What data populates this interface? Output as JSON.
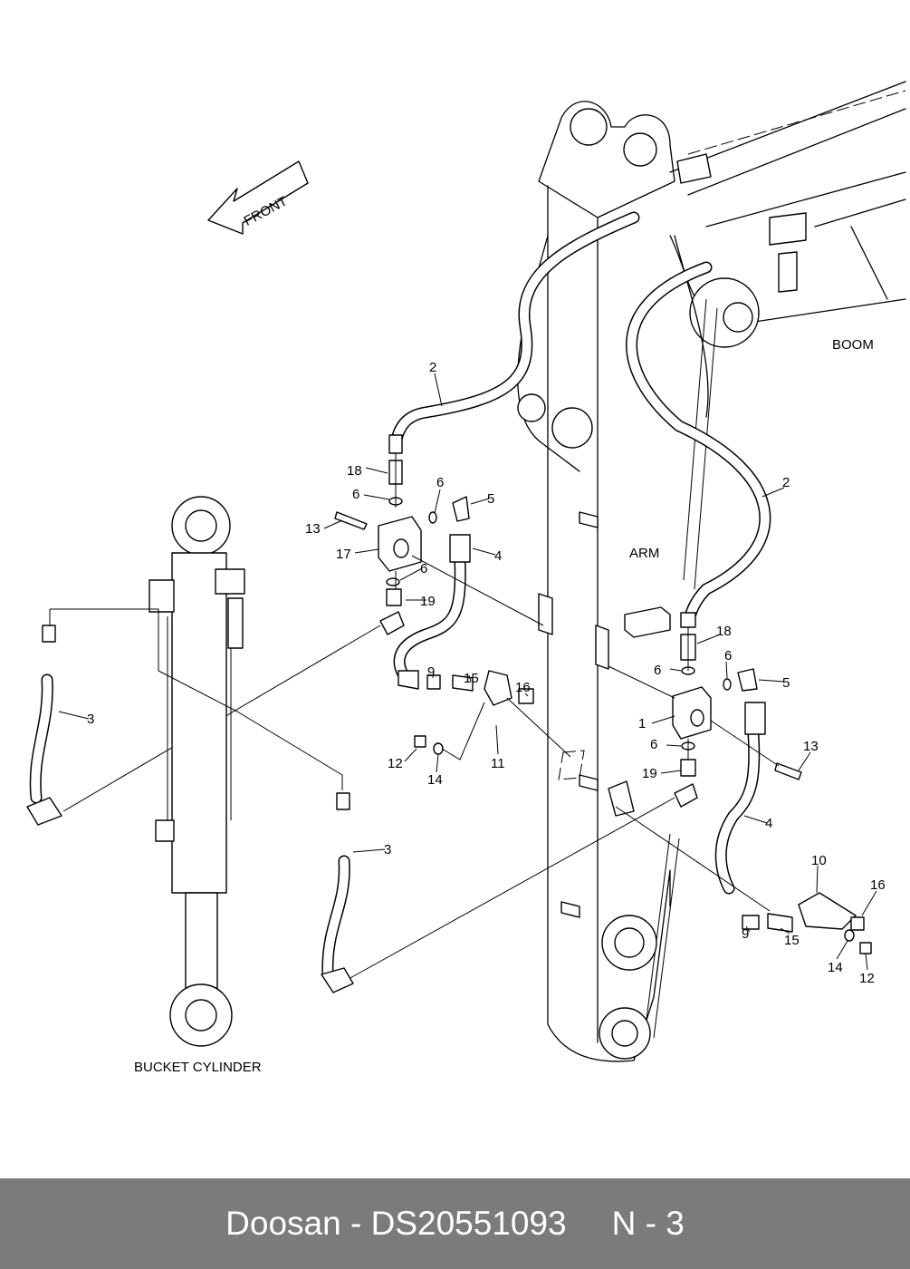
{
  "diagram": {
    "front_label": "FRONT",
    "boom_label": "BOOM",
    "arm_label": "ARM",
    "cylinder_label": "BUCKET CYLINDER",
    "callouts": {
      "c1": "1",
      "c2": "2",
      "c3": "3",
      "c4": "4",
      "c5": "5",
      "c6": "6",
      "c9": "9",
      "c10": "10",
      "c11": "11",
      "c12": "12",
      "c13": "13",
      "c14": "14",
      "c15": "15",
      "c16": "16",
      "c17": "17",
      "c18": "18",
      "c19": "19"
    }
  },
  "footer": {
    "brand": "Doosan",
    "separator": " - ",
    "part_number": "DS20551093",
    "page": "N - 3"
  }
}
